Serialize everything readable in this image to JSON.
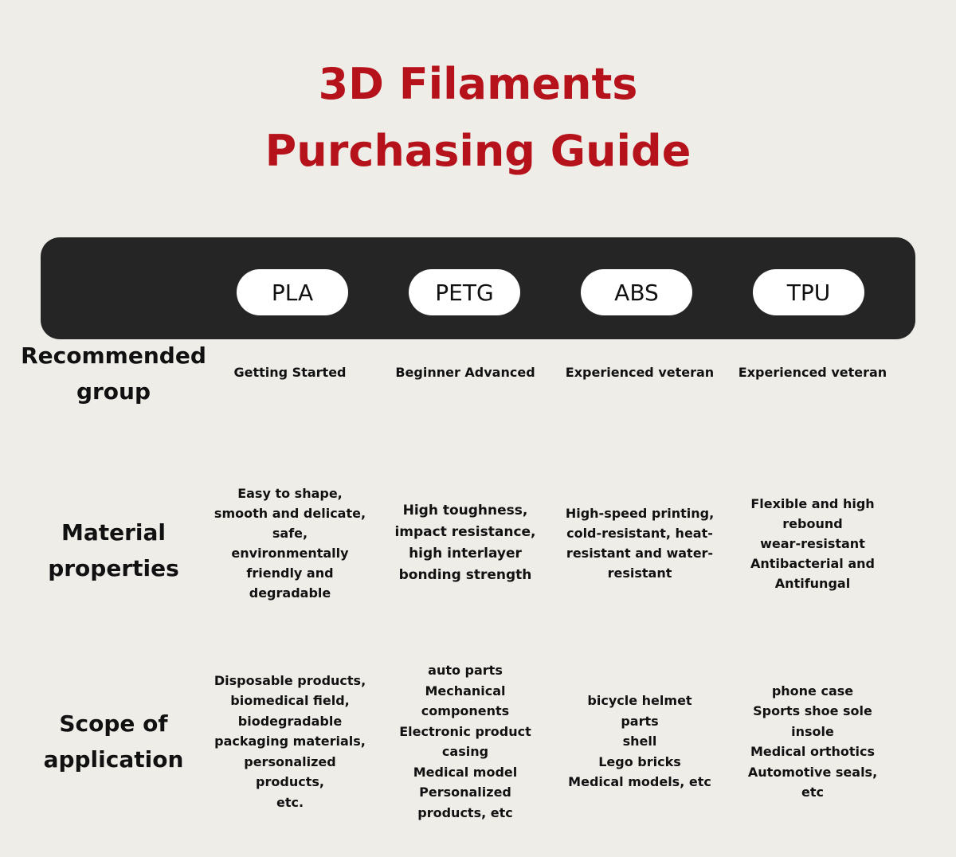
{
  "title": {
    "line1": "3D Filaments",
    "line2": "Purchasing Guide"
  },
  "materials": [
    "PLA",
    "PETG",
    "ABS",
    "TPU"
  ],
  "rows": {
    "recommended_group": {
      "label": "Recommended\ngroup",
      "values": [
        "Getting Started",
        "Beginner Advanced",
        "Experienced veteran",
        "Experienced veteran"
      ]
    },
    "material_properties": {
      "label": "Material\nproperties",
      "values": [
        "Easy to shape,\nsmooth and delicate,\nsafe,\nenvironmentally\nfriendly and\ndegradable",
        "High toughness,\nimpact resistance,\nhigh interlayer\nbonding strength",
        "High-speed printing,\ncold-resistant, heat-\nresistant and water-\nresistant",
        "Flexible and high\nrebound\nwear-resistant\nAntibacterial and\nAntifungal"
      ]
    },
    "scope_of_application": {
      "label": "Scope of\napplication",
      "values": [
        "Disposable products,\nbiomedical field,\nbiodegradable\npackaging materials,\npersonalized products,\netc.",
        "auto parts\nMechanical\ncomponents\nElectronic product\ncasing\nMedical model\nPersonalized\nproducts, etc",
        "bicycle helmet\nparts\nshell\nLego bricks\nMedical models, etc",
        "phone case\nSports shoe sole\ninsole\nMedical orthotics\nAutomotive seals,\netc"
      ]
    }
  },
  "colors": {
    "title": "#b5121b",
    "background": "#efede8",
    "header_bar": "#252525",
    "pill": "#ffffff"
  }
}
